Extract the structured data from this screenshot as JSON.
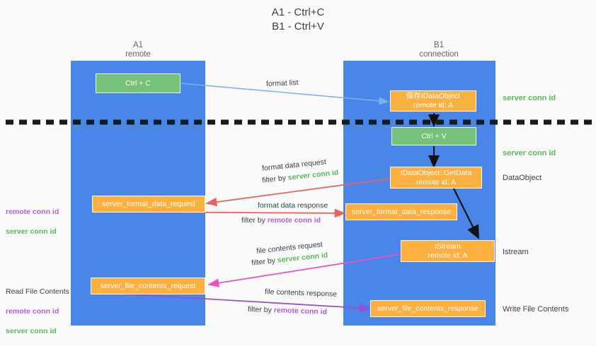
{
  "title": "A1 - Ctrl+C\nB1 - Ctrl+V",
  "columns": [
    {
      "name": "A1",
      "sub": "remote"
    },
    {
      "name": "B1",
      "sub": "connection"
    }
  ],
  "nodes": [
    {
      "id": "ctrl-c",
      "label": "Ctrl + C",
      "sub": "",
      "color": "green"
    },
    {
      "id": "save-idataobject",
      "label": "保存IDataObject",
      "sub": "remote id: A",
      "color": "orange"
    },
    {
      "id": "ctrl-v",
      "label": "Ctrl + V",
      "sub": "",
      "color": "green"
    },
    {
      "id": "idataobject-getdata",
      "label": "IDataObject::GetData",
      "sub": "remote id: A",
      "color": "orange"
    },
    {
      "id": "server-format-data-request",
      "label": "server_format_data_request",
      "sub": "",
      "color": "orange"
    },
    {
      "id": "server-format-data-response",
      "label": "server_format_data_response",
      "sub": "",
      "color": "orange"
    },
    {
      "id": "istream",
      "label": "IStream",
      "sub": "remote id: A",
      "color": "orange"
    },
    {
      "id": "server-file-contents-request",
      "label": "server_file_contents_request",
      "sub": "",
      "color": "orange"
    },
    {
      "id": "server-file-contents-response",
      "label": "server_file_contents_response",
      "sub": "",
      "color": "orange"
    }
  ],
  "edge_labels": {
    "format_list": "format list",
    "format_data_request": "format data request",
    "format_data_request_filter_prefix": "filter by ",
    "format_data_request_filter_key": "server conn id",
    "format_data_response": "format data response",
    "format_data_response_filter_prefix": "filter by ",
    "format_data_response_filter_key": "remote conn id",
    "file_contents_request": "file contents request",
    "file_contents_request_filter_prefix": "filter by ",
    "file_contents_request_filter_key": "server conn id",
    "file_contents_response": "file contents response",
    "file_contents_response_filter_prefix": "filter by ",
    "file_contents_response_filter_key": "remote conn id"
  },
  "right_labels": [
    {
      "id": "server-conn-id-top",
      "text": "server conn id",
      "style": "green"
    },
    {
      "id": "server-conn-id-mid",
      "text": "server conn id",
      "style": "green"
    },
    {
      "id": "dataobject",
      "text": "DataObject",
      "style": "plain"
    },
    {
      "id": "istream-label",
      "text": "Istream",
      "style": "plain"
    },
    {
      "id": "write-file-contents",
      "text": "Write File Contents",
      "style": "plain"
    }
  ],
  "left_labels": [
    {
      "id": "conn-ids-format",
      "remote": "remote conn id",
      "server": "server conn id"
    },
    {
      "id": "read-file-contents",
      "heading": "Read File Contents",
      "remote": "remote conn id",
      "server": "server conn id"
    }
  ],
  "colors": {
    "lane": "#4a86e8",
    "green_box": "#77c178",
    "orange_box": "#fbb040",
    "green_text": "#5cb85c",
    "purple_text": "#b15fd0",
    "arrow_blue": "#7ab3e8",
    "arrow_red": "#e8635f",
    "arrow_magenta": "#f050c0",
    "arrow_purple": "#9a4fd0",
    "arrow_black": "#000000",
    "divider": "#1a1a1a",
    "background": "#fafafa"
  }
}
